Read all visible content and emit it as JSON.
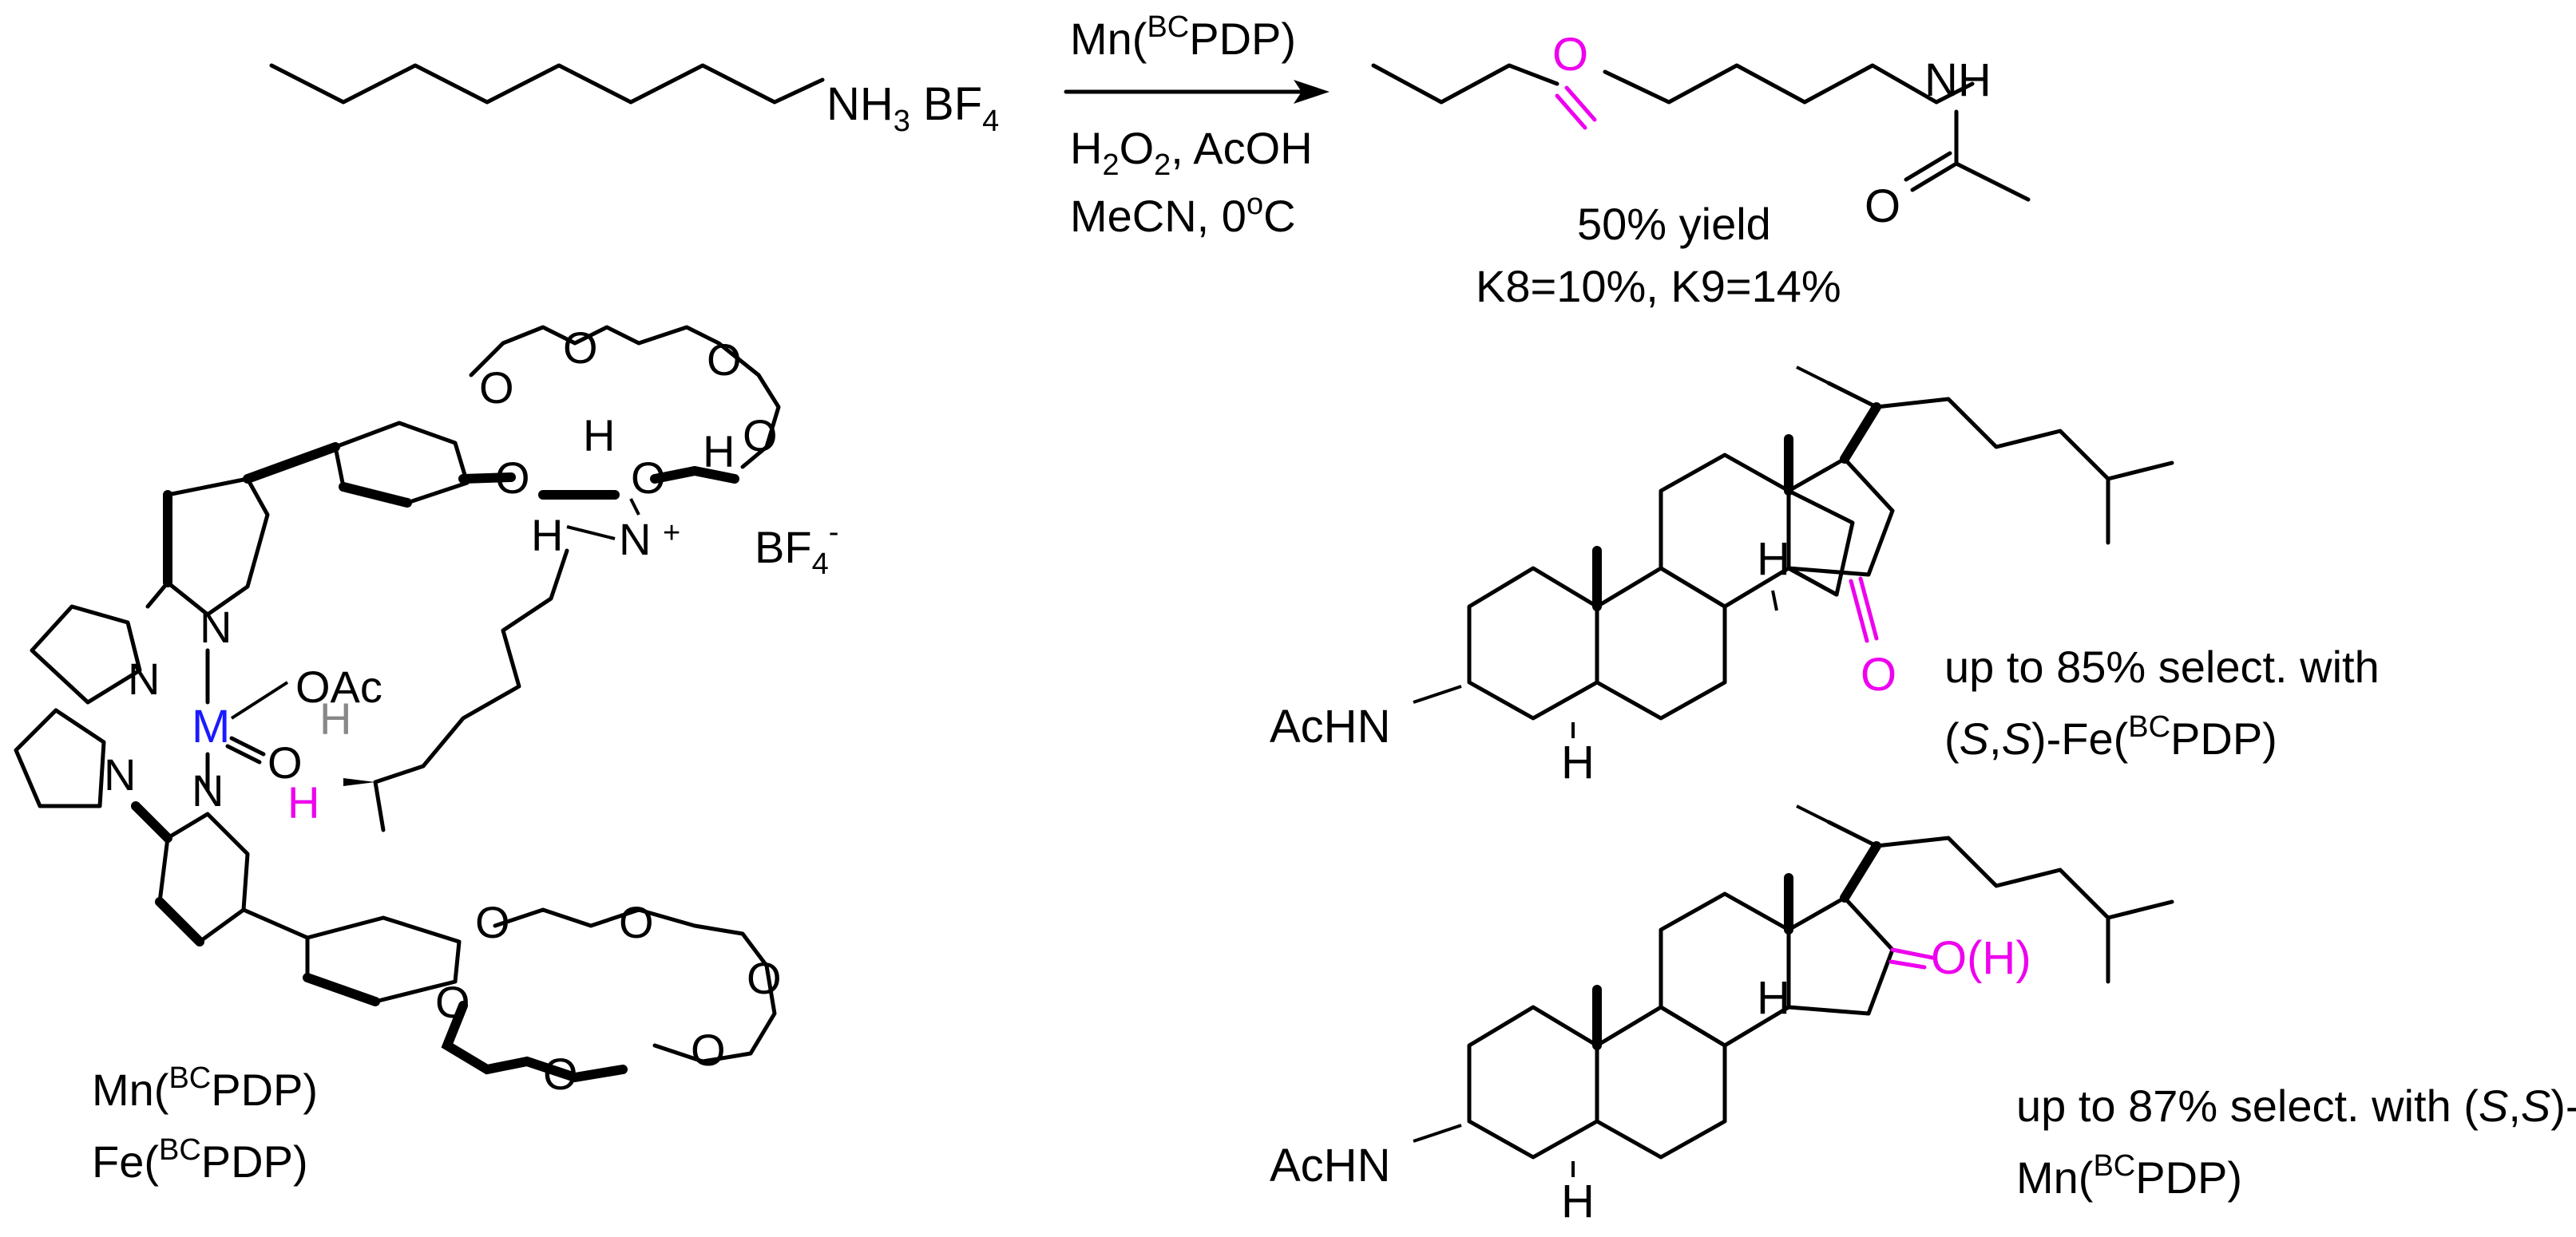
{
  "reaction": {
    "reagents": {
      "catalyst_prefix": "Mn(",
      "catalyst_sup": "BC",
      "catalyst_suffix": "PDP)",
      "oxidant_h": "H",
      "oxidant_sub1": "2",
      "oxidant_o": "O",
      "oxidant_sub2": "2",
      "oxidant_rest": ", AcOH",
      "conditions_a": "MeCN, 0",
      "conditions_sup": "o",
      "conditions_b": "C"
    },
    "substrate": {
      "nh3": "NH",
      "nh3_sub": "3",
      "bf4": "BF",
      "bf4_sub": "4"
    },
    "product": {
      "o_label": "O",
      "nh_label": "NH",
      "o_amide": "O",
      "yield": "50% yield",
      "ratio": "K8=10%, K9=14%"
    }
  },
  "catalyst_structure": {
    "atoms": {
      "o": "O",
      "h": "H",
      "n": "N",
      "n_plus": "+",
      "metal": "M",
      "oac": "OAc",
      "oxo": "O",
      "bf4": "BF",
      "bf4_sub": "4",
      "bf4_sup": "-"
    },
    "names": [
      {
        "prefix": "Mn(",
        "sup": "BC",
        "suffix": "PDP)"
      },
      {
        "prefix": "Fe(",
        "sup": "BC",
        "suffix": "PDP)"
      }
    ]
  },
  "steroid_1": {
    "achn": "AcHN",
    "h": "H",
    "o": "O",
    "note_line1": "up to 85% select. with",
    "note_line2_a": "(",
    "note_line2_s1": "S",
    "note_line2_comma": ",",
    "note_line2_s2": "S",
    "note_line2_b": ")-Fe(",
    "note_line2_sup": "BC",
    "note_line2_c": "PDP)"
  },
  "steroid_2": {
    "achn": "AcHN",
    "h": "H",
    "oh": "O(H)",
    "note_line1_a": "up to 87% select. with (",
    "note_line1_s1": "S",
    "note_line1_comma": ",",
    "note_line1_s2": "S",
    "note_line1_b": ")-",
    "note_line2_a": "Mn(",
    "note_line2_sup": "BC",
    "note_line2_b": "PDP)"
  },
  "colors": {
    "highlight": "#ee00ee",
    "metal": "#1a1aff",
    "gray_h": "#888888"
  }
}
